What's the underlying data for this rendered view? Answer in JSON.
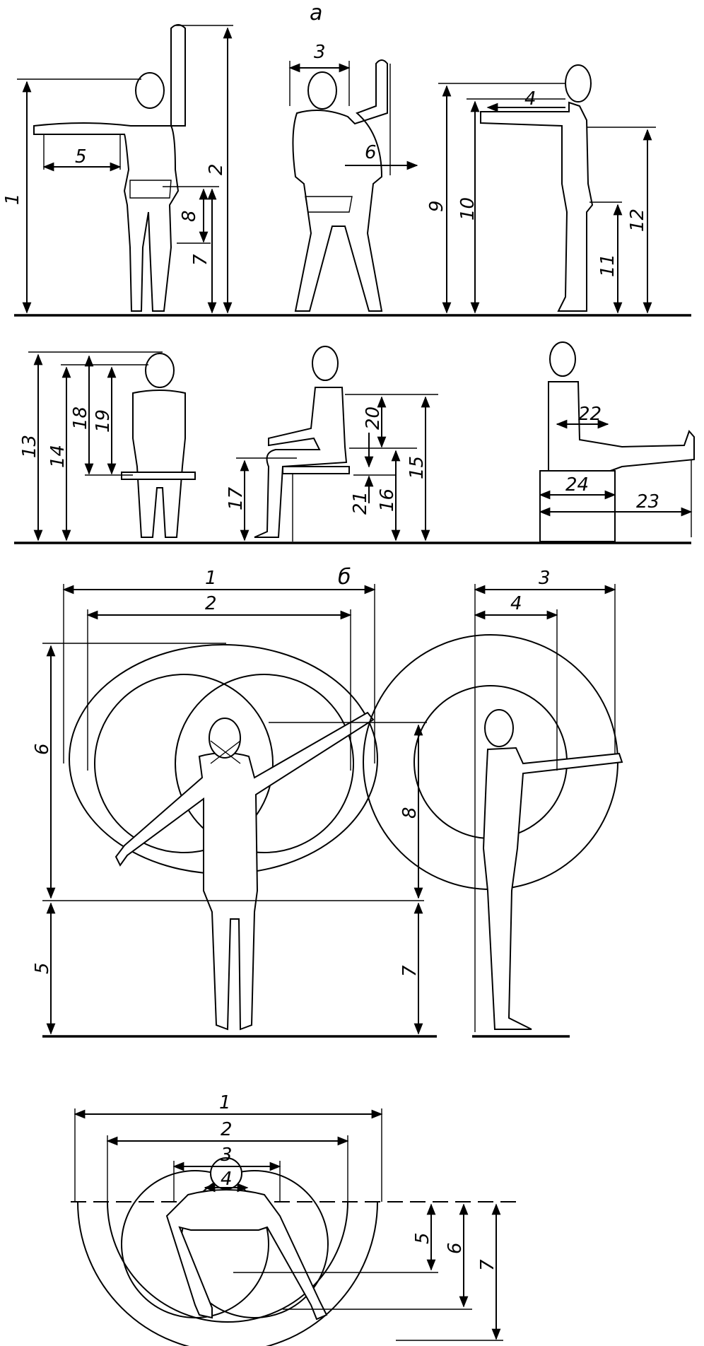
{
  "sections": {
    "a": "а",
    "b": "б"
  },
  "labels_a": [
    "1",
    "2",
    "3",
    "4",
    "5",
    "6",
    "7",
    "8",
    "9",
    "10",
    "11",
    "12",
    "13",
    "14",
    "15",
    "16",
    "17",
    "18",
    "19",
    "20",
    "21",
    "22",
    "23",
    "24"
  ],
  "labels_b": [
    "1",
    "2",
    "3",
    "4",
    "5",
    "6",
    "7",
    "8"
  ],
  "labels_c": [
    "1",
    "2",
    "3",
    "4",
    "5",
    "6",
    "7"
  ]
}
